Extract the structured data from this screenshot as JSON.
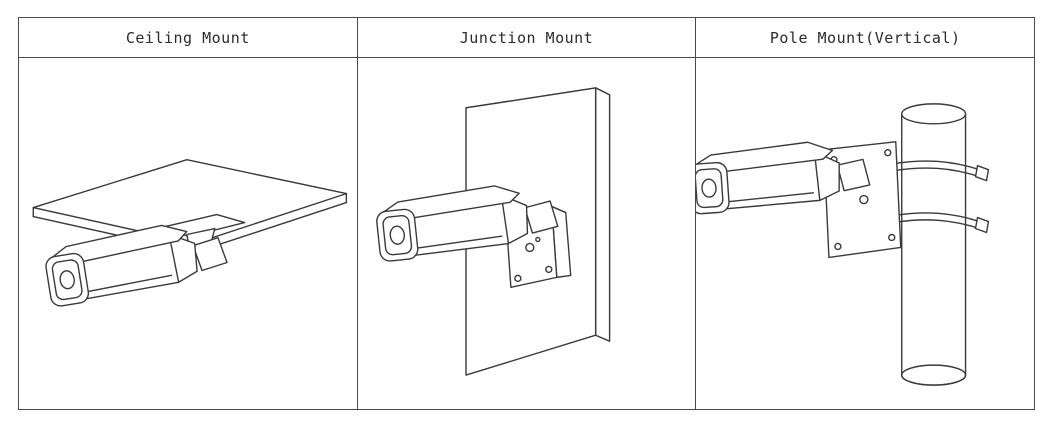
{
  "document": {
    "kind": "camera-mounting-options-diagram"
  },
  "table": {
    "columns": [
      {
        "header": "Ceiling Mount",
        "illustration": "bullet-camera-ceiling-mount-line-drawing"
      },
      {
        "header": "Junction Mount",
        "illustration": "bullet-camera-junction-box-wall-mount-line-drawing"
      },
      {
        "header": "Pole Mount(Vertical)",
        "illustration": "bullet-camera-pole-strap-mount-line-drawing"
      }
    ]
  },
  "colors": {
    "line": "#3a3a3a",
    "border": "#4a4a4a",
    "background": "#ffffff"
  }
}
